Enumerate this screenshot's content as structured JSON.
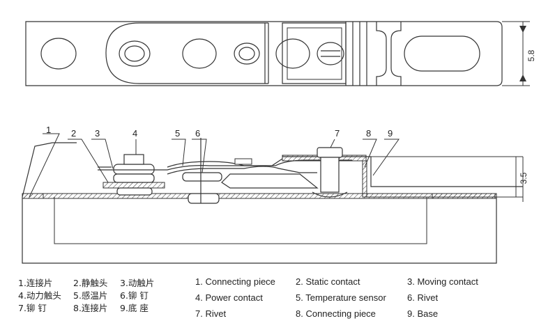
{
  "callouts": [
    "1",
    "2",
    "3",
    "4",
    "5",
    "6",
    "7",
    "8",
    "9"
  ],
  "dimensions": {
    "top_height": "5.8",
    "side_height": "3.5"
  },
  "legend_zh": [
    [
      "1.连接片",
      "2.静触头",
      "3.动触片"
    ],
    [
      "4.动力触头",
      "5.感温片",
      "6.铆  钉"
    ],
    [
      "7.铆  钉",
      "8.连接片",
      "9.底  座"
    ]
  ],
  "legend_en": [
    [
      "1. Connecting piece",
      "2. Static contact",
      "3. Moving contact"
    ],
    [
      "4. Power contact",
      "5. Temperature sensor",
      "6. Rivet"
    ],
    [
      "7. Rivet",
      "8. Connecting piece",
      "9. Base"
    ]
  ]
}
